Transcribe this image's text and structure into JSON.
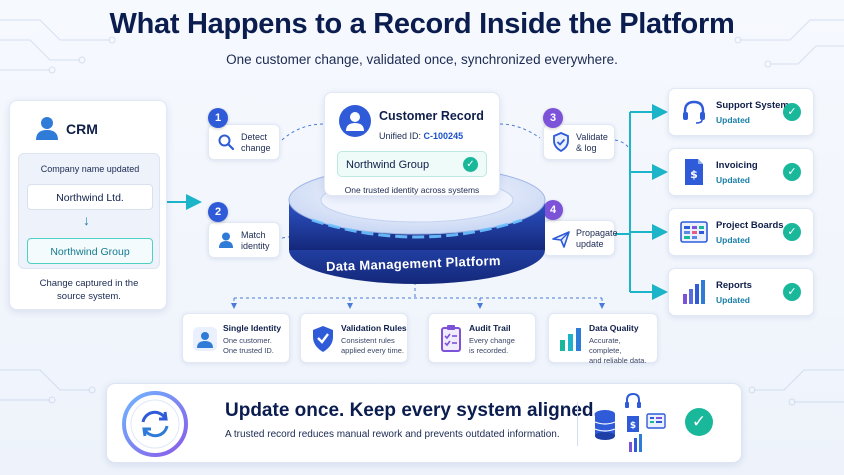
{
  "header": {
    "title": "What Happens to a Record Inside the Platform",
    "subtitle": "One customer change, validated once, synchronized everywhere."
  },
  "crm": {
    "title": "CRM",
    "change_label": "Company name updated",
    "old_value": "Northwind Ltd.",
    "new_value": "Northwind Group",
    "caption_line1": "Change captured in the",
    "caption_line2": "source system."
  },
  "steps": [
    {
      "number": "1",
      "line1": "Detect",
      "line2": "change",
      "icon": "search-icon"
    },
    {
      "number": "2",
      "line1": "Match",
      "line2": "identity",
      "icon": "person-icon"
    },
    {
      "number": "3",
      "line1": "Validate",
      "line2": "& log",
      "icon": "shield-check-icon"
    },
    {
      "number": "4",
      "line1": "Propagate",
      "line2": "update",
      "icon": "send-icon"
    }
  ],
  "record": {
    "title": "Customer Record",
    "id_label": "Unified ID:",
    "id_value": "C-100245",
    "name": "Northwind Group",
    "caption": "One trusted identity across systems"
  },
  "platform": {
    "label": "Data Management Platform"
  },
  "systems": [
    {
      "name": "Support System",
      "status": "Updated",
      "icon": "headset-icon"
    },
    {
      "name": "Invoicing",
      "status": "Updated",
      "icon": "invoice-icon"
    },
    {
      "name": "Project Boards",
      "status": "Updated",
      "icon": "board-icon"
    },
    {
      "name": "Reports",
      "status": "Updated",
      "icon": "bar-chart-icon"
    }
  ],
  "features": [
    {
      "title": "Single Identity",
      "line1": "One customer.",
      "line2": "One trusted ID.",
      "icon": "person-icon"
    },
    {
      "title": "Validation Rules",
      "line1": "Consistent rules",
      "line2": "applied every time.",
      "icon": "shield-check-icon"
    },
    {
      "title": "Audit Trail",
      "line1": "Every change",
      "line2": "is recorded.",
      "icon": "clipboard-icon"
    },
    {
      "title": "Data Quality",
      "line1": "Accurate, complete,",
      "line2": "and reliable data.",
      "icon": "bar-chart-icon"
    }
  ],
  "banner": {
    "title": "Update once. Keep every system aligned.",
    "subtitle": "A trusted record reduces manual rework and prevents outdated information."
  },
  "colors": {
    "navy": "#0b1d4f",
    "blue": "#2f5bd8",
    "teal": "#19b89a",
    "purple": "#7b52d8",
    "cyan": "#1bb4c8"
  }
}
